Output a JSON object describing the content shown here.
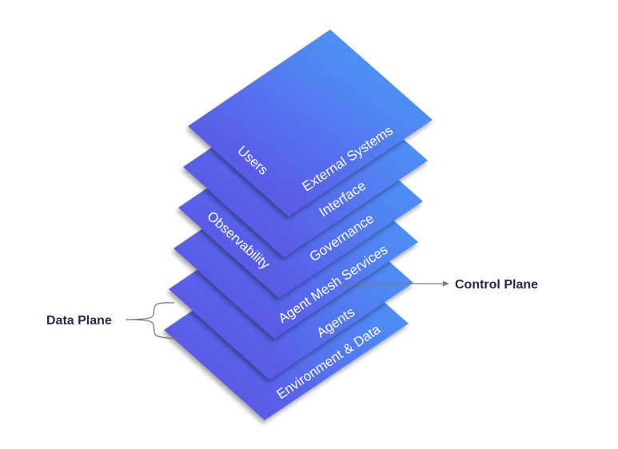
{
  "layers": [
    {
      "labels": [
        "Users",
        "External Systems"
      ]
    },
    {
      "labels": [
        "Interface"
      ]
    },
    {
      "labels": [
        "Observability",
        "Governance"
      ]
    },
    {
      "labels": [
        "Agent Mesh Services"
      ]
    },
    {
      "labels": [
        "Agents"
      ]
    },
    {
      "labels": [
        "Environment & Data"
      ]
    }
  ],
  "annotations": {
    "control_plane": "Control Plane",
    "data_plane": "Data Plane"
  },
  "colors": {
    "gradient_start": "#5a5ce8",
    "gradient_end": "#48a6fb",
    "annotation_text": "#1f2a44",
    "connector": "#7a7a7a"
  }
}
